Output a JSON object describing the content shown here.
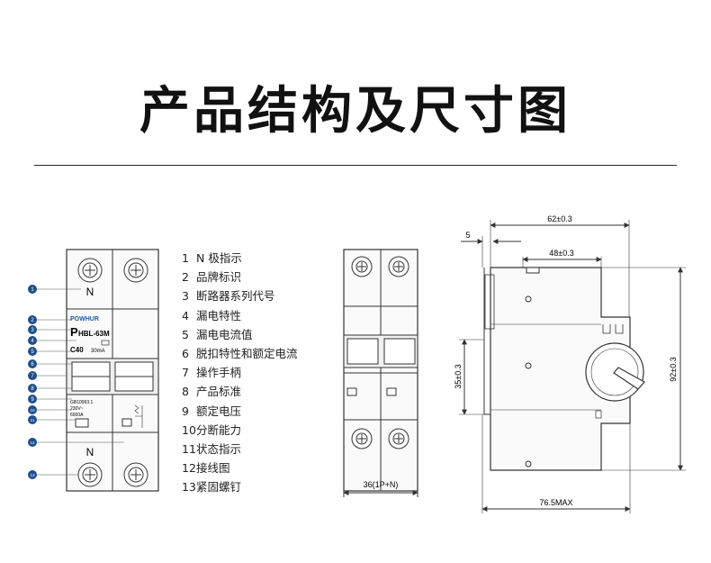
{
  "title": "产品结构及尺寸图",
  "legend": [
    {
      "num": "1",
      "label": "N 极指示"
    },
    {
      "num": "2",
      "label": "品牌标识"
    },
    {
      "num": "3",
      "label": "断路器系列代号"
    },
    {
      "num": "4",
      "label": "漏电特性"
    },
    {
      "num": "5",
      "label": "漏电电流值"
    },
    {
      "num": "6",
      "label": "脱扣特性和额定电流"
    },
    {
      "num": "7",
      "label": "操作手柄"
    },
    {
      "num": "8",
      "label": "产品标准"
    },
    {
      "num": "9",
      "label": "额定电压"
    },
    {
      "num": "10",
      "label": "分断能力"
    },
    {
      "num": "11",
      "label": "状态指示"
    },
    {
      "num": "12",
      "label": "接线图"
    },
    {
      "num": "13",
      "label": "紧固螺钉"
    }
  ],
  "front": {
    "n_top": "N",
    "n_bottom": "N",
    "brand": "POWHUR",
    "model_p": "P",
    "model": "HBL-63M",
    "rating": "C40",
    "leak_current": "30mA",
    "standard": "GB10963.1",
    "voltage": "230V~",
    "breaking": "6000A",
    "callouts": [
      "1",
      "2",
      "3",
      "4",
      "5",
      "6",
      "7",
      "8",
      "9",
      "10",
      "11",
      "12",
      "13"
    ]
  },
  "side_width": "36(1P+N)",
  "dims": {
    "total_width": "62±0.3",
    "offset": "5",
    "inner_width": "48±0.3",
    "rail_height": "35±0.3",
    "total_height": "92±0.3",
    "depth": "76.5MAX"
  },
  "colors": {
    "callout": "#1f4e8c",
    "line": "#333333",
    "brand": "#1f5aa6"
  }
}
